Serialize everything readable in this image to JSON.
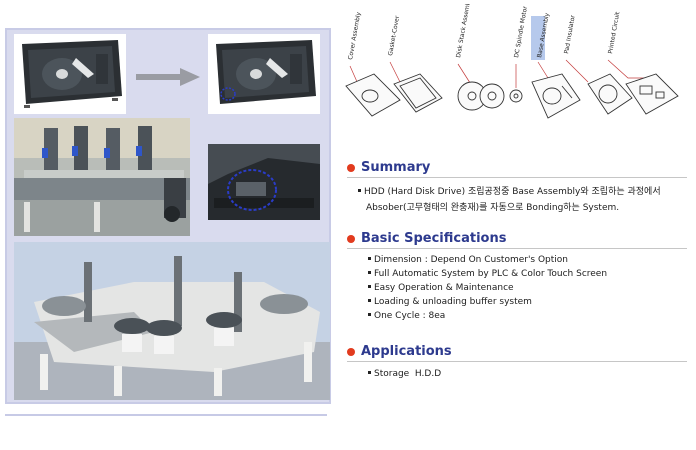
{
  "diagram": {
    "labels": [
      "Cover Assembly",
      "Gasket-Cover",
      "Disk Stack Assembly",
      "DC Spindle Motor",
      "Base Assembly",
      "Pad Insulator",
      "Printed Circuit"
    ],
    "highlight": "Base Assembly",
    "highlight_color": "#b6c9ec"
  },
  "summary": {
    "heading": "Summary",
    "lines": [
      "HDD (Hard Disk Drive) 조립공정중 Base Assembly와 조립하는 과정에서",
      "Absober(고무형태의 완충재)를 자동으로 Bonding하는 System."
    ]
  },
  "specs": {
    "heading": "Basic Specifications",
    "items": [
      "Dimension : Depend On Customer's Option",
      "Full Automatic System by PLC & Color Touch Screen",
      "Easy Operation & Maintenance",
      "Loading & unloading buffer system",
      "One Cycle : 8ea"
    ]
  },
  "applications": {
    "heading": "Applications",
    "items": [
      "Storage  H.D.D"
    ]
  },
  "colors": {
    "heading": "#2d3a8e",
    "bullet_dot": "#e23b1e",
    "panel": "#d9dbee"
  }
}
